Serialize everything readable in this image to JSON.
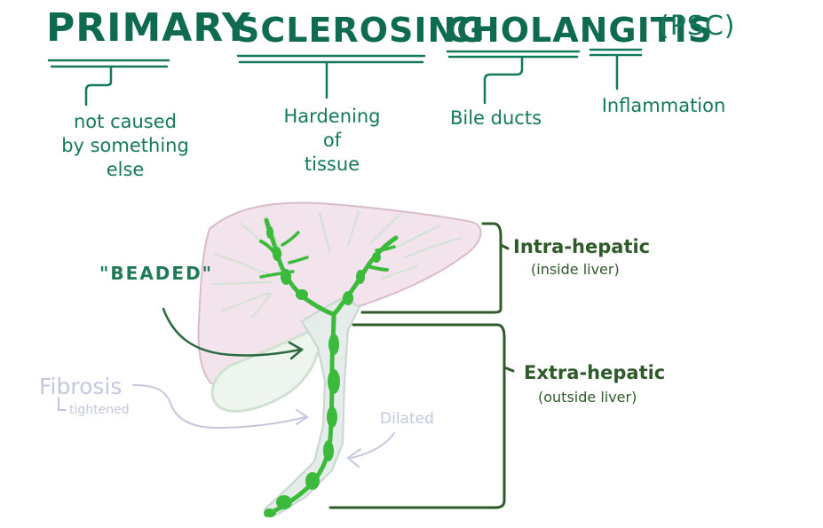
{
  "header": {
    "word1": "PRIMARY",
    "word2": "SCLEROSING",
    "word3": "CHOLANGITIS",
    "abbr": "(PSC)"
  },
  "definitions": {
    "primary": [
      "not caused",
      "by something",
      "else"
    ],
    "sclerosing": [
      "Hardening",
      "of",
      "tissue"
    ],
    "cholang": "Bile ducts",
    "itis": "Inflammation"
  },
  "labels": {
    "beaded": "\"BEADED\"",
    "fibrosis": "Fibrosis",
    "tightened": "tightened",
    "dilated": "Dilated",
    "intra_title": "Intra-hepatic",
    "intra_sub": "(inside liver)",
    "extra_title": "Extra-hepatic",
    "extra_sub": "(outside liver)"
  },
  "colors": {
    "title_green": "#0f6b4f",
    "liver_fill": "#f3e3ec",
    "duct_green": "#3cba3c",
    "bracket_green": "#2f5a2a",
    "faint_label": "#c3c8dd"
  }
}
